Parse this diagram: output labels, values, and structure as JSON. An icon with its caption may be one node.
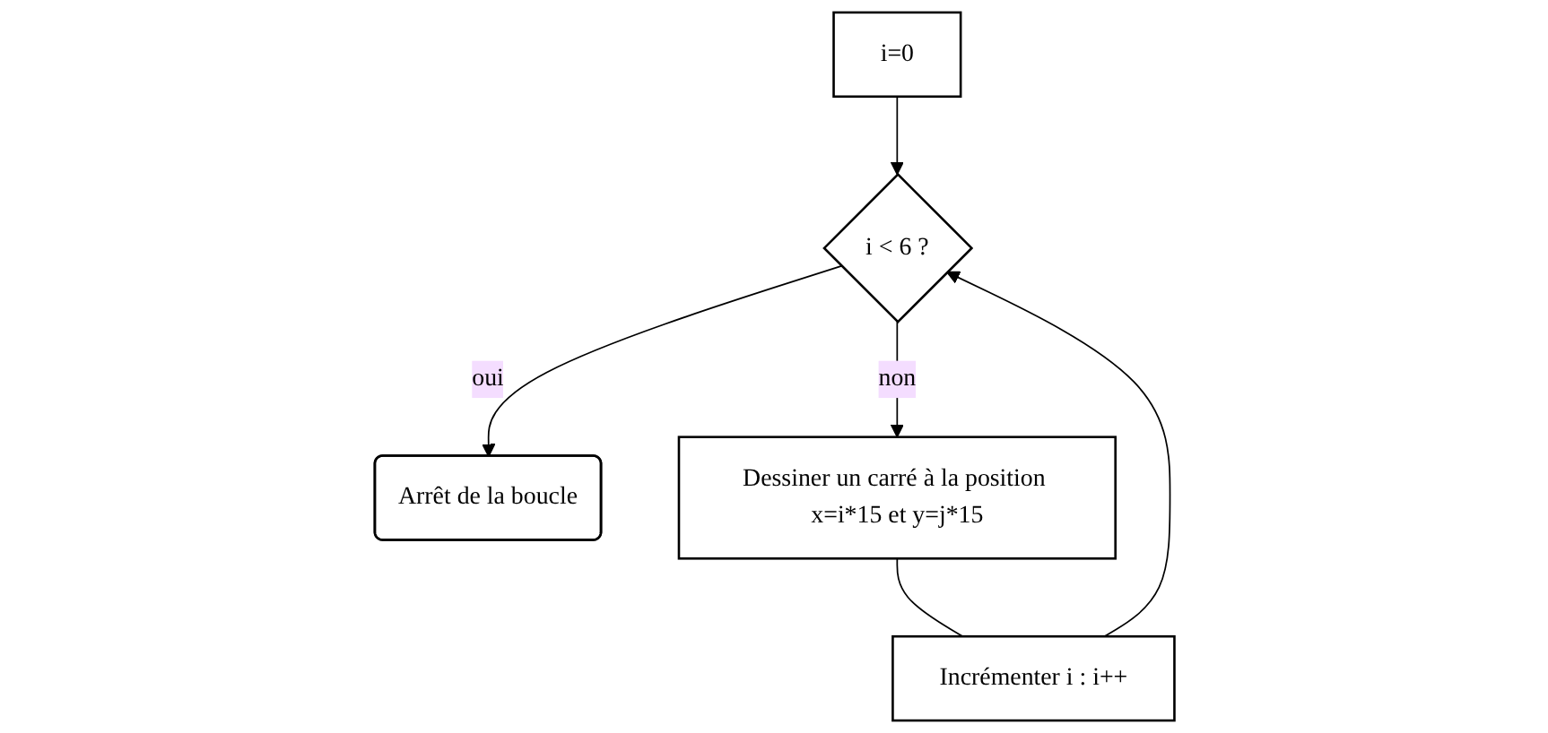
{
  "diagram": {
    "nodes": [
      {
        "text": [
          "i=0"
        ]
      },
      {
        "text": [
          "i < 6 ?"
        ]
      },
      {
        "text": [
          "Arrêt de la boucle"
        ]
      },
      {
        "text": [
          "Incrémenter i : i++"
        ]
      },
      {
        "text": [
          "Dessiner un carré à la position x=i*15 et y=j*15"
        ]
      }
    ],
    "edges": [
      {
        "from": 0,
        "to": 1,
        "arrow": "to"
      },
      {
        "from": 1,
        "to": 2,
        "arrow": "to",
        "label": "oui"
      },
      {
        "from": 1,
        "to": 4,
        "arrow": "to",
        "label": "non"
      },
      {
        "from": 4,
        "to": 3,
        "arrow": "none"
      },
      {
        "from": 3,
        "to": 1,
        "arrow": "to"
      }
    ]
  }
}
